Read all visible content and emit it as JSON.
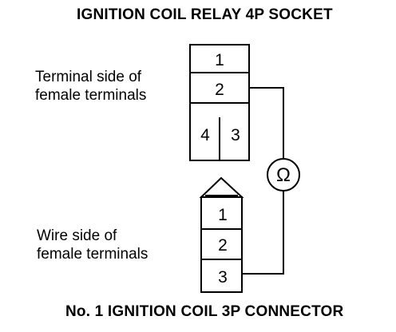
{
  "relay_socket": {
    "title": "IGNITION COIL RELAY 4P SOCKET",
    "side_label_line1": "Terminal side of",
    "side_label_line2": "female terminals",
    "pins": [
      "1",
      "2",
      "4",
      "3"
    ]
  },
  "coil_connector": {
    "title": "No. 1 IGNITION COIL 3P CONNECTOR",
    "side_label_line1": "Wire side of",
    "side_label_line2": "female terminals",
    "pins": [
      "1",
      "2",
      "3"
    ]
  },
  "meter": {
    "symbol": "Ω"
  }
}
